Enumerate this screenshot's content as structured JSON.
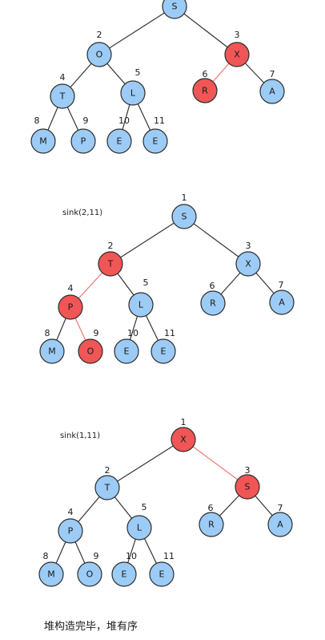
{
  "colors": {
    "node_default": "#9ccbf6",
    "node_highlight": "#f05656",
    "edge_default": "#333333",
    "edge_highlight": "#f07474",
    "bold_ring": "#000000"
  },
  "trees": [
    {
      "step_label": "",
      "nodes": [
        {
          "index": "",
          "letter": "S",
          "highlight": false
        },
        {
          "index": "2",
          "letter": "O",
          "highlight": false
        },
        {
          "index": "3",
          "letter": "X",
          "highlight": true
        },
        {
          "index": "4",
          "letter": "T",
          "highlight": false
        },
        {
          "index": "5",
          "letter": "L",
          "highlight": false
        },
        {
          "index": "6",
          "letter": "R",
          "highlight": true
        },
        {
          "index": "7",
          "letter": "A",
          "highlight": false
        },
        {
          "index": "8",
          "letter": "M",
          "highlight": false
        },
        {
          "index": "9",
          "letter": "P",
          "highlight": false
        },
        {
          "index": "10",
          "letter": "E",
          "highlight": false,
          "bold": true
        },
        {
          "index": "11",
          "letter": "E",
          "highlight": false
        }
      ],
      "edges": [
        {
          "from": 0,
          "to": 1,
          "highlight": false
        },
        {
          "from": 0,
          "to": 2,
          "highlight": false
        },
        {
          "from": 1,
          "to": 3,
          "highlight": false
        },
        {
          "from": 1,
          "to": 4,
          "highlight": false
        },
        {
          "from": 2,
          "to": 5,
          "highlight": true
        },
        {
          "from": 2,
          "to": 6,
          "highlight": false
        },
        {
          "from": 3,
          "to": 7,
          "highlight": false
        },
        {
          "from": 3,
          "to": 8,
          "highlight": false
        },
        {
          "from": 4,
          "to": 9,
          "highlight": false
        },
        {
          "from": 4,
          "to": 10,
          "highlight": false
        }
      ]
    },
    {
      "step_label": "sink(2,11)",
      "nodes": [
        {
          "index": "1",
          "letter": "S",
          "highlight": false
        },
        {
          "index": "2",
          "letter": "T",
          "highlight": true
        },
        {
          "index": "3",
          "letter": "X",
          "highlight": false
        },
        {
          "index": "4",
          "letter": "P",
          "highlight": true
        },
        {
          "index": "5",
          "letter": "L",
          "highlight": false
        },
        {
          "index": "6",
          "letter": "R",
          "highlight": false
        },
        {
          "index": "7",
          "letter": "A",
          "highlight": false
        },
        {
          "index": "8",
          "letter": "M",
          "highlight": false
        },
        {
          "index": "9",
          "letter": "O",
          "highlight": true
        },
        {
          "index": "10",
          "letter": "E",
          "highlight": false,
          "bold": true
        },
        {
          "index": "11",
          "letter": "E",
          "highlight": false
        }
      ],
      "edges": [
        {
          "from": 0,
          "to": 1,
          "highlight": false
        },
        {
          "from": 0,
          "to": 2,
          "highlight": false
        },
        {
          "from": 1,
          "to": 3,
          "highlight": true
        },
        {
          "from": 1,
          "to": 4,
          "highlight": false
        },
        {
          "from": 2,
          "to": 5,
          "highlight": false
        },
        {
          "from": 2,
          "to": 6,
          "highlight": false
        },
        {
          "from": 3,
          "to": 7,
          "highlight": false
        },
        {
          "from": 3,
          "to": 8,
          "highlight": true
        },
        {
          "from": 4,
          "to": 9,
          "highlight": false
        },
        {
          "from": 4,
          "to": 10,
          "highlight": false
        }
      ]
    },
    {
      "step_label": "sink(1,11)",
      "nodes": [
        {
          "index": "1",
          "letter": "X",
          "highlight": true
        },
        {
          "index": "2",
          "letter": "T",
          "highlight": false
        },
        {
          "index": "3",
          "letter": "S",
          "highlight": true
        },
        {
          "index": "4",
          "letter": "P",
          "highlight": false
        },
        {
          "index": "5",
          "letter": "L",
          "highlight": false
        },
        {
          "index": "6",
          "letter": "R",
          "highlight": false
        },
        {
          "index": "7",
          "letter": "A",
          "highlight": false
        },
        {
          "index": "8",
          "letter": "M",
          "highlight": false
        },
        {
          "index": "9",
          "letter": "O",
          "highlight": false
        },
        {
          "index": "10",
          "letter": "E",
          "highlight": false,
          "bold": true
        },
        {
          "index": "11",
          "letter": "E",
          "highlight": false
        }
      ],
      "edges": [
        {
          "from": 0,
          "to": 1,
          "highlight": false
        },
        {
          "from": 0,
          "to": 2,
          "highlight": true
        },
        {
          "from": 1,
          "to": 3,
          "highlight": false
        },
        {
          "from": 1,
          "to": 4,
          "highlight": false
        },
        {
          "from": 2,
          "to": 5,
          "highlight": false
        },
        {
          "from": 2,
          "to": 6,
          "highlight": false
        },
        {
          "from": 3,
          "to": 7,
          "highlight": false
        },
        {
          "from": 3,
          "to": 8,
          "highlight": false
        },
        {
          "from": 4,
          "to": 9,
          "highlight": false
        },
        {
          "from": 4,
          "to": 10,
          "highlight": false
        }
      ]
    }
  ],
  "caption": "堆构造完毕，堆有序"
}
